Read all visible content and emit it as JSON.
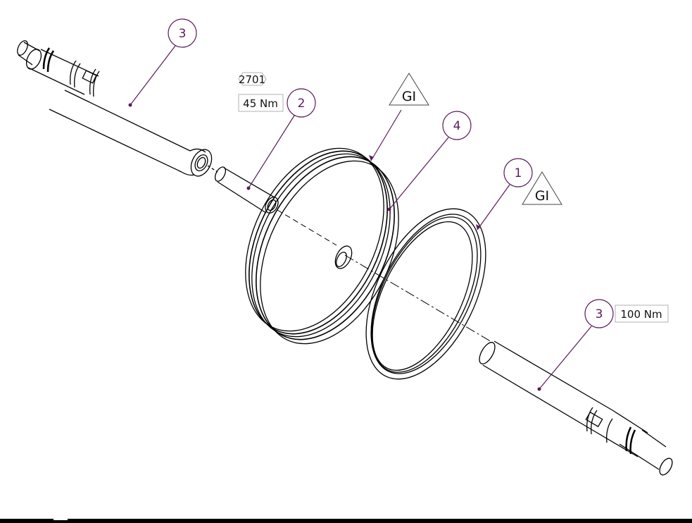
{
  "drawing": {
    "type": "exploded assembly view",
    "colors": {
      "linework": "#000000",
      "balloon": "#5a1a5a",
      "note_border": "#b0b0b0",
      "background": "#ffffff"
    },
    "balloons": [
      {
        "id": "balloon-3-top",
        "label": "3",
        "part": "shaft-top-left"
      },
      {
        "id": "balloon-2",
        "label": "2",
        "part": "spacer-sleeve"
      },
      {
        "id": "balloon-4",
        "label": "4",
        "part": "grooved-disc"
      },
      {
        "id": "balloon-1",
        "label": "1",
        "part": "ring"
      },
      {
        "id": "balloon-3-bottom",
        "label": "3",
        "part": "shaft-bottom-right"
      }
    ],
    "notes": {
      "adhesive_code": "2701",
      "torque_part2": "45 Nm",
      "torque_part3": "100 Nm"
    },
    "symbols": [
      {
        "id": "gi-symbol-part4",
        "label": "GI"
      },
      {
        "id": "gi-symbol-part1",
        "label": "GI"
      }
    ]
  }
}
